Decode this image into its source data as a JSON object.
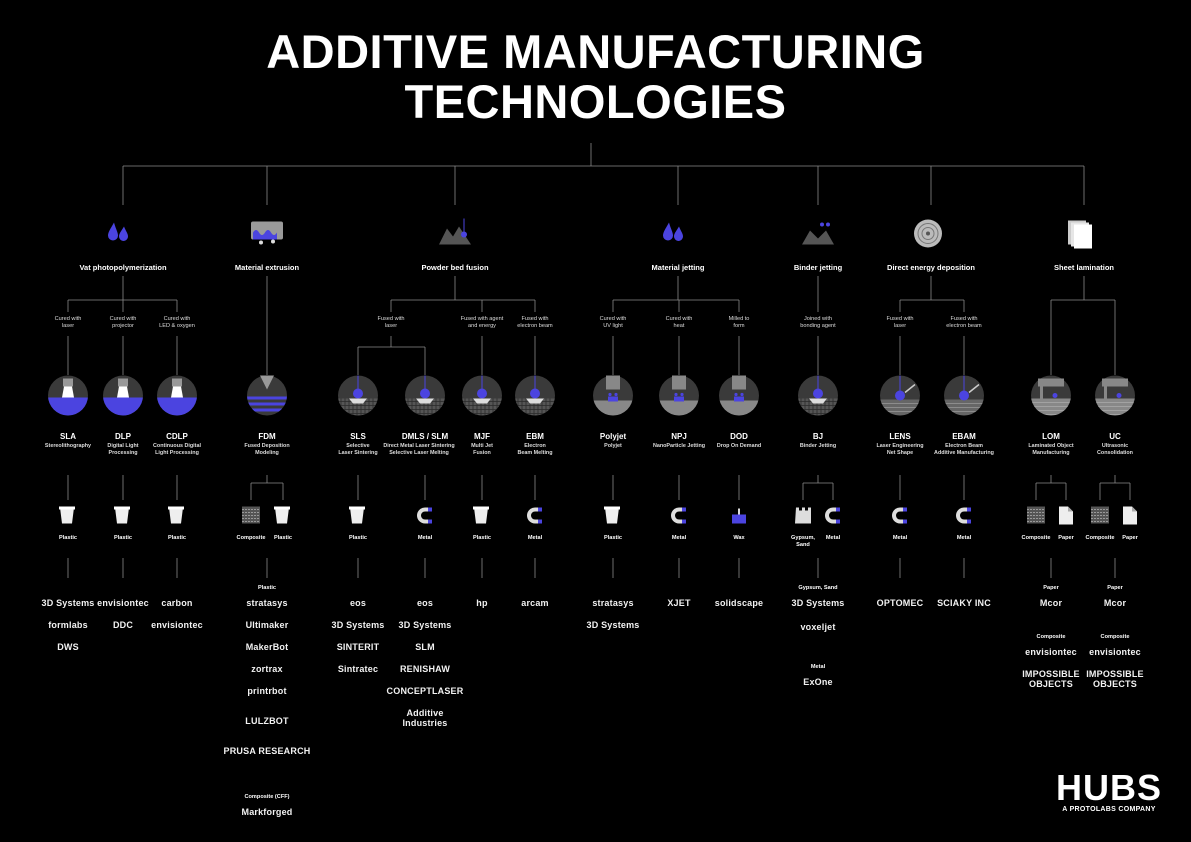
{
  "title": [
    "ADDITIVE MANUFACTURING",
    "TECHNOLOGIES"
  ],
  "colors": {
    "accent": "#4b44e0",
    "line": "#8a8a8a",
    "icon_grey": "#9a9a9a",
    "background": "#000000"
  },
  "categories": [
    {
      "label": "Vat photopolymerization",
      "icon": "droplets-icon",
      "branch_labels": [
        "Cured with\nlaser",
        "Cured with\nprojector",
        "Cured with\nLED & oxygen"
      ]
    },
    {
      "label": "Material extrusion",
      "icon": "extrusion-icon",
      "branch_labels": []
    },
    {
      "label": "Powder bed fusion",
      "icon": "powder-bed-icon",
      "branch_labels": [
        "Fused with\nlaser",
        "Fused with agent\nand energy",
        "Fused with\nelectron beam"
      ]
    },
    {
      "label": "Material jetting",
      "icon": "droplets-icon",
      "branch_labels": [
        "Cured with\nUV light",
        "Cured with\nheat",
        "Milled to\nform"
      ]
    },
    {
      "label": "Binder jetting",
      "icon": "binder-icon",
      "branch_labels": [
        "Joined with\nbonding agent"
      ]
    },
    {
      "label": "Direct energy deposition",
      "icon": "wire-spool-icon",
      "branch_labels": [
        "Fused with\nlaser",
        "Fused with\nelectron beam"
      ]
    },
    {
      "label": "Sheet lamination",
      "icon": "sheets-icon",
      "branch_labels": []
    }
  ],
  "processes": [
    {
      "acronym": "SLA",
      "full_name": "Stereolithography",
      "style": "vat",
      "materials": [
        {
          "label": "Plastic",
          "icon": "plastic-cup-icon"
        }
      ],
      "manufacturers": [
        {
          "heading": "",
          "names": [
            "3D Systems",
            "formlabs",
            "DWS"
          ]
        }
      ]
    },
    {
      "acronym": "DLP",
      "full_name": "Digital Light\nProcessing",
      "style": "vat",
      "materials": [
        {
          "label": "Plastic",
          "icon": "plastic-cup-icon"
        }
      ],
      "manufacturers": [
        {
          "heading": "",
          "names": [
            "envisiontec",
            "DDC"
          ]
        }
      ]
    },
    {
      "acronym": "CDLP",
      "full_name": "Continuous Digital\nLight Processing",
      "style": "vat",
      "materials": [
        {
          "label": "Plastic",
          "icon": "plastic-cup-icon"
        }
      ],
      "manufacturers": [
        {
          "heading": "",
          "names": [
            "carbon",
            "envisiontec"
          ]
        }
      ]
    },
    {
      "acronym": "FDM",
      "full_name": "Fused Deposition\nModeling",
      "style": "fdm",
      "materials": [
        {
          "label": "Composite",
          "icon": "composite-icon"
        },
        {
          "label": "Plastic",
          "icon": "plastic-cup-icon"
        }
      ],
      "manufacturers": [
        {
          "heading": "Plastic",
          "names": [
            "stratasys",
            "Ultimaker",
            "MakerBot",
            "zortrax",
            "printrbot",
            "LULZBOT",
            "PRUSA RESEARCH"
          ]
        },
        {
          "heading": "Composite (CFF)",
          "names": [
            "Markforged"
          ]
        }
      ]
    },
    {
      "acronym": "SLS",
      "full_name": "Selective\nLaser Sintering",
      "style": "powder",
      "materials": [
        {
          "label": "Plastic",
          "icon": "plastic-cup-icon"
        }
      ],
      "manufacturers": [
        {
          "heading": "",
          "names": [
            "eos",
            "3D Systems",
            "SINTERIT",
            "Sintratec"
          ]
        }
      ]
    },
    {
      "acronym": "DMLS / SLM",
      "full_name": "Direct Metal Laser Sintering\nSelective Laser Melting",
      "style": "powder",
      "materials": [
        {
          "label": "Metal",
          "icon": "metal-magnet-icon"
        }
      ],
      "manufacturers": [
        {
          "heading": "",
          "names": [
            "eos",
            "3D Systems",
            "SLM",
            "RENISHAW",
            "CONCEPTLASER",
            "Additive Industries"
          ]
        }
      ]
    },
    {
      "acronym": "MJF",
      "full_name": "Multi Jet Fusion",
      "style": "powder",
      "materials": [
        {
          "label": "Plastic",
          "icon": "plastic-cup-icon"
        }
      ],
      "manufacturers": [
        {
          "heading": "",
          "names": [
            "hp"
          ]
        }
      ]
    },
    {
      "acronym": "EBM",
      "full_name": "Electron\nBeam Melting",
      "style": "powder",
      "materials": [
        {
          "label": "Metal",
          "icon": "metal-magnet-icon"
        }
      ],
      "manufacturers": [
        {
          "heading": "",
          "names": [
            "arcam"
          ]
        }
      ]
    },
    {
      "acronym": "Polyjet",
      "full_name": "Polyjet",
      "style": "jet",
      "materials": [
        {
          "label": "Plastic",
          "icon": "plastic-cup-icon"
        }
      ],
      "manufacturers": [
        {
          "heading": "",
          "names": [
            "stratasys",
            "3D Systems"
          ]
        }
      ]
    },
    {
      "acronym": "NPJ",
      "full_name": "NanoParticle Jetting",
      "style": "jet",
      "materials": [
        {
          "label": "Metal",
          "icon": "metal-magnet-icon"
        }
      ],
      "manufacturers": [
        {
          "heading": "",
          "names": [
            "XJET"
          ]
        }
      ]
    },
    {
      "acronym": "DOD",
      "full_name": "Drop On Demand",
      "style": "jet",
      "materials": [
        {
          "label": "Wax",
          "icon": "wax-icon"
        }
      ],
      "manufacturers": [
        {
          "heading": "",
          "names": [
            "solidscape"
          ]
        }
      ]
    },
    {
      "acronym": "BJ",
      "full_name": "Binder Jetting",
      "style": "powder",
      "materials": [
        {
          "label": "Gypsum,\nSand",
          "icon": "gypsum-icon"
        },
        {
          "label": "Metal",
          "icon": "metal-magnet-icon"
        }
      ],
      "manufacturers": [
        {
          "heading": "Gypsum, Sand",
          "names": [
            "3D Systems",
            "voxeljet"
          ]
        },
        {
          "heading": "Metal",
          "names": [
            "ExOne"
          ]
        }
      ]
    },
    {
      "acronym": "LENS",
      "full_name": "Laser Engineering\nNet Shape",
      "style": "ded",
      "materials": [
        {
          "label": "Metal",
          "icon": "metal-magnet-icon"
        }
      ],
      "manufacturers": [
        {
          "heading": "",
          "names": [
            "OPTOMEC"
          ]
        }
      ]
    },
    {
      "acronym": "EBAM",
      "full_name": "Electron Beam\nAdditive Manufacturing",
      "style": "ded",
      "materials": [
        {
          "label": "Metal",
          "icon": "metal-magnet-icon"
        }
      ],
      "manufacturers": [
        {
          "heading": "",
          "names": [
            "SCIAKY INC"
          ]
        }
      ]
    },
    {
      "acronym": "LOM",
      "full_name": "Laminated Object\nManufacturing",
      "style": "sheet",
      "materials": [
        {
          "label": "Composite",
          "icon": "composite-icon"
        },
        {
          "label": "Paper",
          "icon": "paper-icon"
        }
      ],
      "manufacturers": [
        {
          "heading": "Paper",
          "names": [
            "Mcor"
          ]
        },
        {
          "heading": "Composite",
          "names": [
            "envisiontec",
            "IMPOSSIBLE OBJECTS"
          ]
        }
      ]
    },
    {
      "acronym": "UC",
      "full_name": "Ultrasonic\nConsolidation",
      "style": "sheet",
      "materials": [
        {
          "label": "Composite",
          "icon": "composite-icon"
        },
        {
          "label": "Paper",
          "icon": "paper-icon"
        }
      ],
      "manufacturers": [
        {
          "heading": "Paper",
          "names": [
            "Mcor"
          ]
        },
        {
          "heading": "Composite",
          "names": [
            "envisiontec",
            "IMPOSSIBLE OBJECTS"
          ]
        }
      ]
    }
  ],
  "brand": {
    "name": "HUBS",
    "tagline": "A PROTOLABS COMPANY"
  }
}
